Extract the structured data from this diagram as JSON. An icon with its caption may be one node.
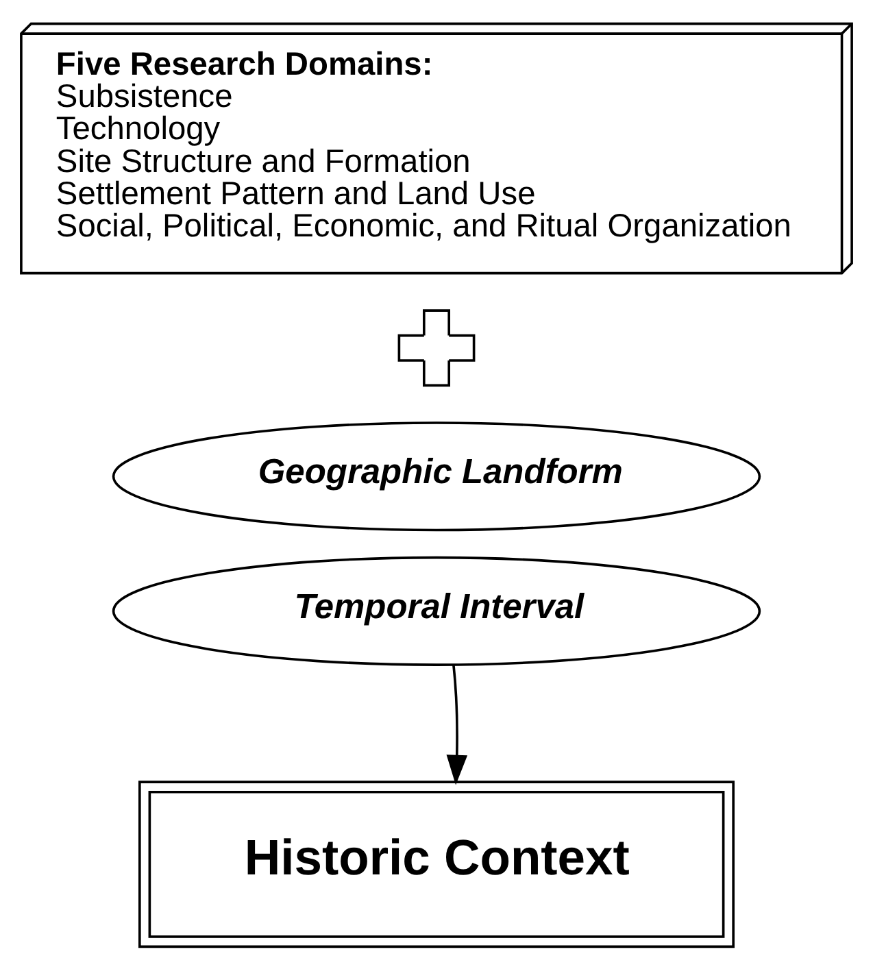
{
  "diagram": {
    "nodes": [
      {
        "text": [
          "Five Research Domains:",
          "Subsistence",
          "Technology",
          "Site Structure and Formation",
          "Settlement Pattern and Land Use",
          "Social, Political, Economic, and Ritual Organization"
        ]
      },
      {
        "text": [],
        "shape": "cross"
      },
      {
        "text": [
          "Geographic Landform"
        ]
      },
      {
        "text": [
          "Temporal Interval"
        ]
      },
      {
        "text": [
          "Historic Context"
        ]
      }
    ],
    "edges": [
      {
        "from": 3,
        "to": 4,
        "arrow": "to"
      }
    ]
  }
}
